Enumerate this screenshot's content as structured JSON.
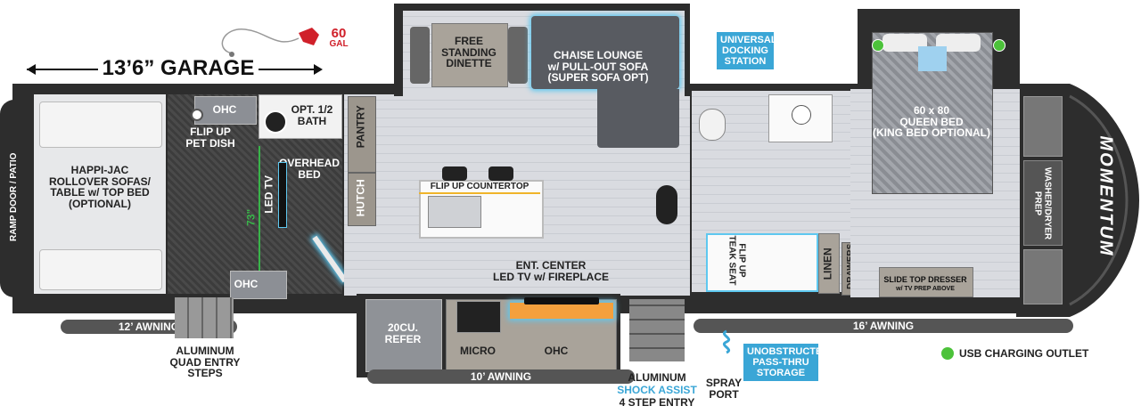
{
  "garage_dimension": "13’6” GARAGE",
  "fuel": {
    "amount": "60",
    "unit": "GAL"
  },
  "brand": "MOMENTUM",
  "rooms": {
    "ramp_door": "RAMP DOOR / PATIO",
    "sofas": "HAPPI-JAC\nROLLOVER SOFAS/\nTABLE w/ TOP BED\n(OPTIONAL)",
    "ohc_top": "OHC",
    "ohc_bottom": "OHC",
    "pet_dish": "FLIP UP\nPET DISH",
    "half_bath": "OPT. 1/2\nBATH",
    "overhead_bed": "OVERHEAD\nBED",
    "led_tv": "LED TV",
    "tv_height": "73\"",
    "pantry": "PANTRY",
    "hutch": "HUTCH",
    "dinette": "FREE\nSTANDING\nDINETTE",
    "chaise": "CHAISE LOUNGE\nw/ PULL-OUT SOFA\n(SUPER SOFA OPT)",
    "countertop": "FLIP UP COUNTERTOP",
    "ent_center": "ENT. CENTER\nLED TV w/ FIREPLACE",
    "refer": "20CU.\nREFER",
    "micro": "MICRO",
    "ohc_kitchen": "OHC",
    "docking": "UNIVERSAL\nDOCKING\nSTATION",
    "queen_bed": "60 x 80\nQUEEN BED\n(KING BED OPTIONAL)",
    "washer": "WASHER/DRYER\nPREP",
    "teak_seat": "FLIP UP\nTEAK SEAT",
    "linen": "LINEN",
    "drawers": "DRAWERS",
    "dresser": "SLIDE TOP DRESSER",
    "dresser_sub": "w/ TV PREP ABOVE",
    "pass_thru": "UNOBSTRUCTED\nPASS-THRU\nSTORAGE"
  },
  "awnings": {
    "a12": "12’ AWNING",
    "a10": "10’ AWNING",
    "a16": "16’ AWNING"
  },
  "entries": {
    "quad_steps": "ALUMINUM\nQUAD ENTRY\nSTEPS",
    "shock_line1": "ALUMINUM",
    "shock_line2": "SHOCK ASSIST",
    "shock_line3": "4 STEP ENTRY",
    "spray_port": "SPRAY\nPORT"
  },
  "legend": {
    "usb": "USB CHARGING OUTLET"
  },
  "colors": {
    "badge_blue": "#3aa6d6",
    "usb_green": "#4cc23a",
    "dimension_green": "#39b54a",
    "fuel_red": "#d0202a",
    "wall": "#2d2d2d"
  }
}
